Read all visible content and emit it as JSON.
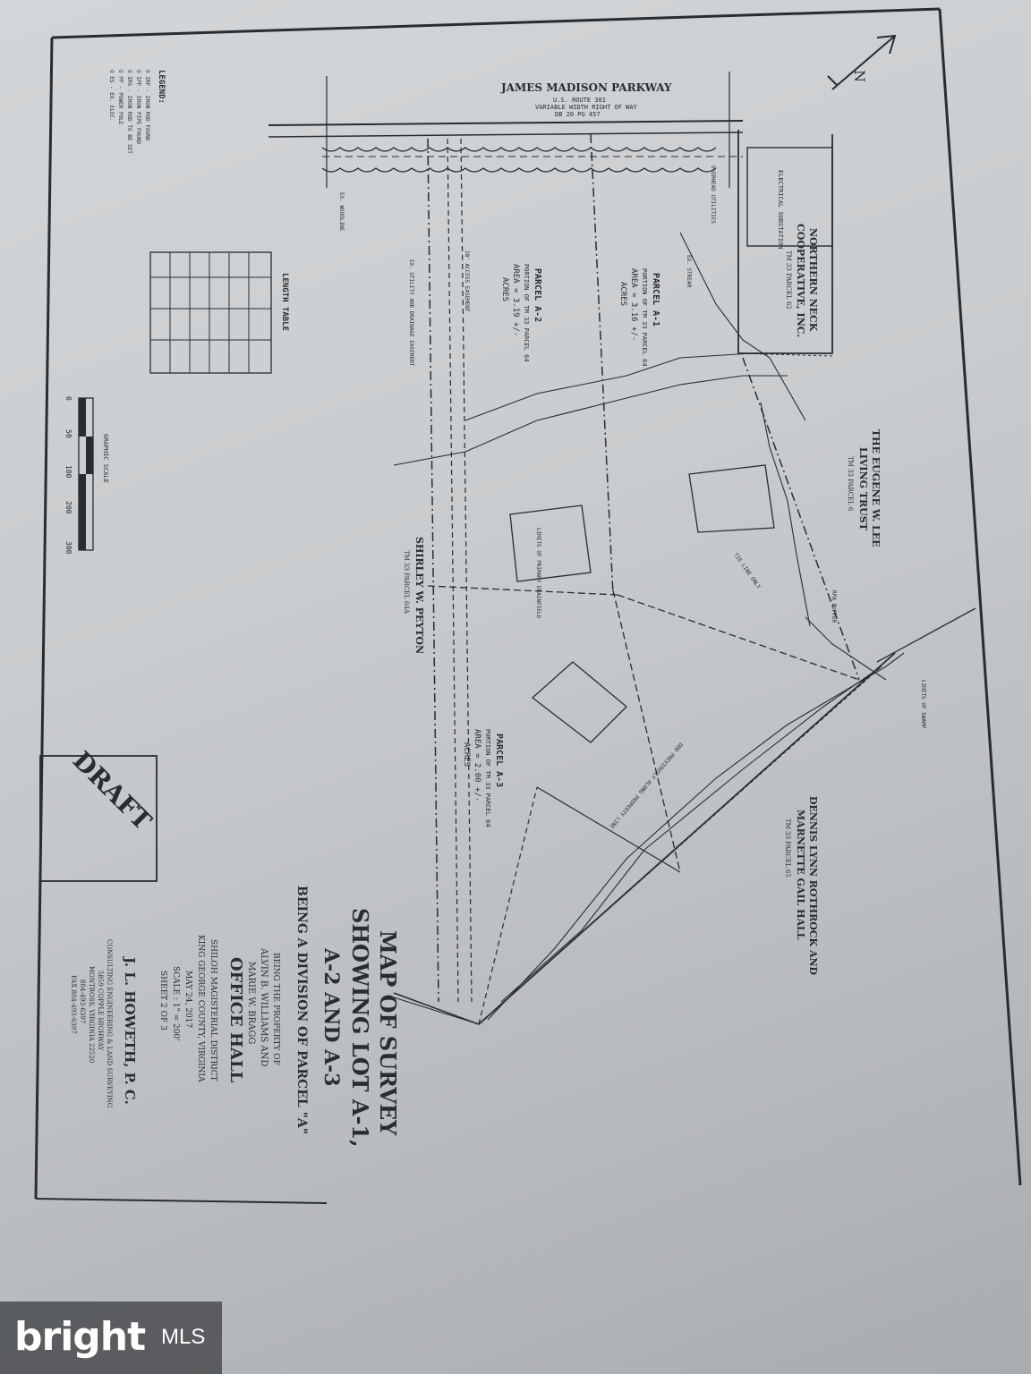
{
  "map": {
    "road": {
      "name": "JAMES MADISON PARKWAY",
      "sub1": "U.S. ROUTE 301",
      "sub2": "VARIABLE WIDTH RIGHT OF WAY",
      "sub3": "DB 20 PG 457"
    },
    "legend": {
      "title": "LEGEND:",
      "items": [
        "O IRF - IRON ROD FOUND",
        "O IPF - IRON PIPE FOUND",
        "O IRS - IRON ROD TO BE SET",
        "O PP - POWER POLE",
        "O ES - EX. ELEC."
      ]
    },
    "length_table": {
      "title": "LENGTH TABLE"
    },
    "graphic_scale": {
      "title": "GRAPHIC SCALE",
      "ticks": [
        "0",
        "50",
        "100",
        "200",
        "300"
      ]
    },
    "parcels": [
      {
        "name": "PARCEL A-1",
        "portion": "PORTION OF TM 33 PARCEL 64",
        "area": "AREA = 3.16 +/-",
        "unit": "ACRES"
      },
      {
        "name": "PARCEL A-2",
        "portion": "PORTION OF TM 33 PARCEL 64",
        "area": "AREA = 3.19 +/-",
        "unit": "ACRES"
      },
      {
        "name": "PARCEL A-3",
        "portion": "PORTION OF TM 33 PARCEL 64",
        "area": "AREA = 2.00 +/-",
        "unit": "ACRES"
      }
    ],
    "owners": {
      "northern_neck": [
        "NORTHERN NECK",
        "COOPERATIVE, INC.",
        "TM 33 PARCEL 62"
      ],
      "lee_trust": [
        "THE EUGENE W. LEE",
        "LIVING TRUST",
        "TM 33 PARCEL 6"
      ],
      "peyton": [
        "SHIRLEY W. PEYTON",
        "TM 33 PARCEL 64A"
      ],
      "rothrock": [
        "DENNIS LYNN ROTHROCK AND",
        "MARNETTE GAIL HALL",
        "TM 33 PARCEL 65"
      ]
    },
    "labels": {
      "electrical_substation": "ELECTRICAL SUBSTATION",
      "overhead_utilities": "OVERHEAD UTILITIES",
      "ex_woodline": "EX. WOODLINE",
      "ex_stream": "EX. STREAM",
      "limits_of_rpa": "LIMITS OF PRIMARY DRAINFIELD",
      "limits_of_swamp": "LIMITS OF SWAMP",
      "rpa_buffer": "RPA BUFFER",
      "tie_line": "TIE LINE ONLY",
      "property_line": "DDD PREVIOUSLY ALONG PROPERTY LINE",
      "utility_easement": "EX. UTILITY AND DRAINAGE EASEMENT",
      "access_easement": "20' ACCESS EASEMENT"
    },
    "title_block": {
      "title1": "MAP OF SURVEY",
      "title2": "SHOWING LOT A-1,",
      "title3": "A-2 AND A-3",
      "division": "BEING A DIVISION OF PARCEL \"A\"",
      "property_of": "BEING THE PROPERTY OF",
      "owner1": "ALVIN B. WILLIAMS AND",
      "owner2": "MARIE W. BRAGG",
      "location": "OFFICE HALL",
      "district": "SHILOH MAGISTERIAL DISTRICT",
      "county": "KING GEORGE COUNTY, VIRGINIA",
      "date": "MAY 24, 2017",
      "scale": "SCALE : 1\" = 200'",
      "sheet": "SHEET 2 OF 3",
      "firm": "J. L. HOWETH, P. C.",
      "firm_sub": "CONSULTING ENGINEERING & LAND SURVEYING",
      "addr1": "5859 COPPLE HIGHWAY",
      "addr2": "MONTROSS, VIRGINIA 22520",
      "phone": "804-493-6397",
      "fax": "FAX 804-493-6397"
    },
    "stamp": "DRAFT",
    "north": "N"
  },
  "watermark": {
    "brand": "bright",
    "suffix": "MLS"
  },
  "colors": {
    "paper": "#c9ccce",
    "ink": "#2a2d30",
    "watermark_bg": "#46484b"
  }
}
